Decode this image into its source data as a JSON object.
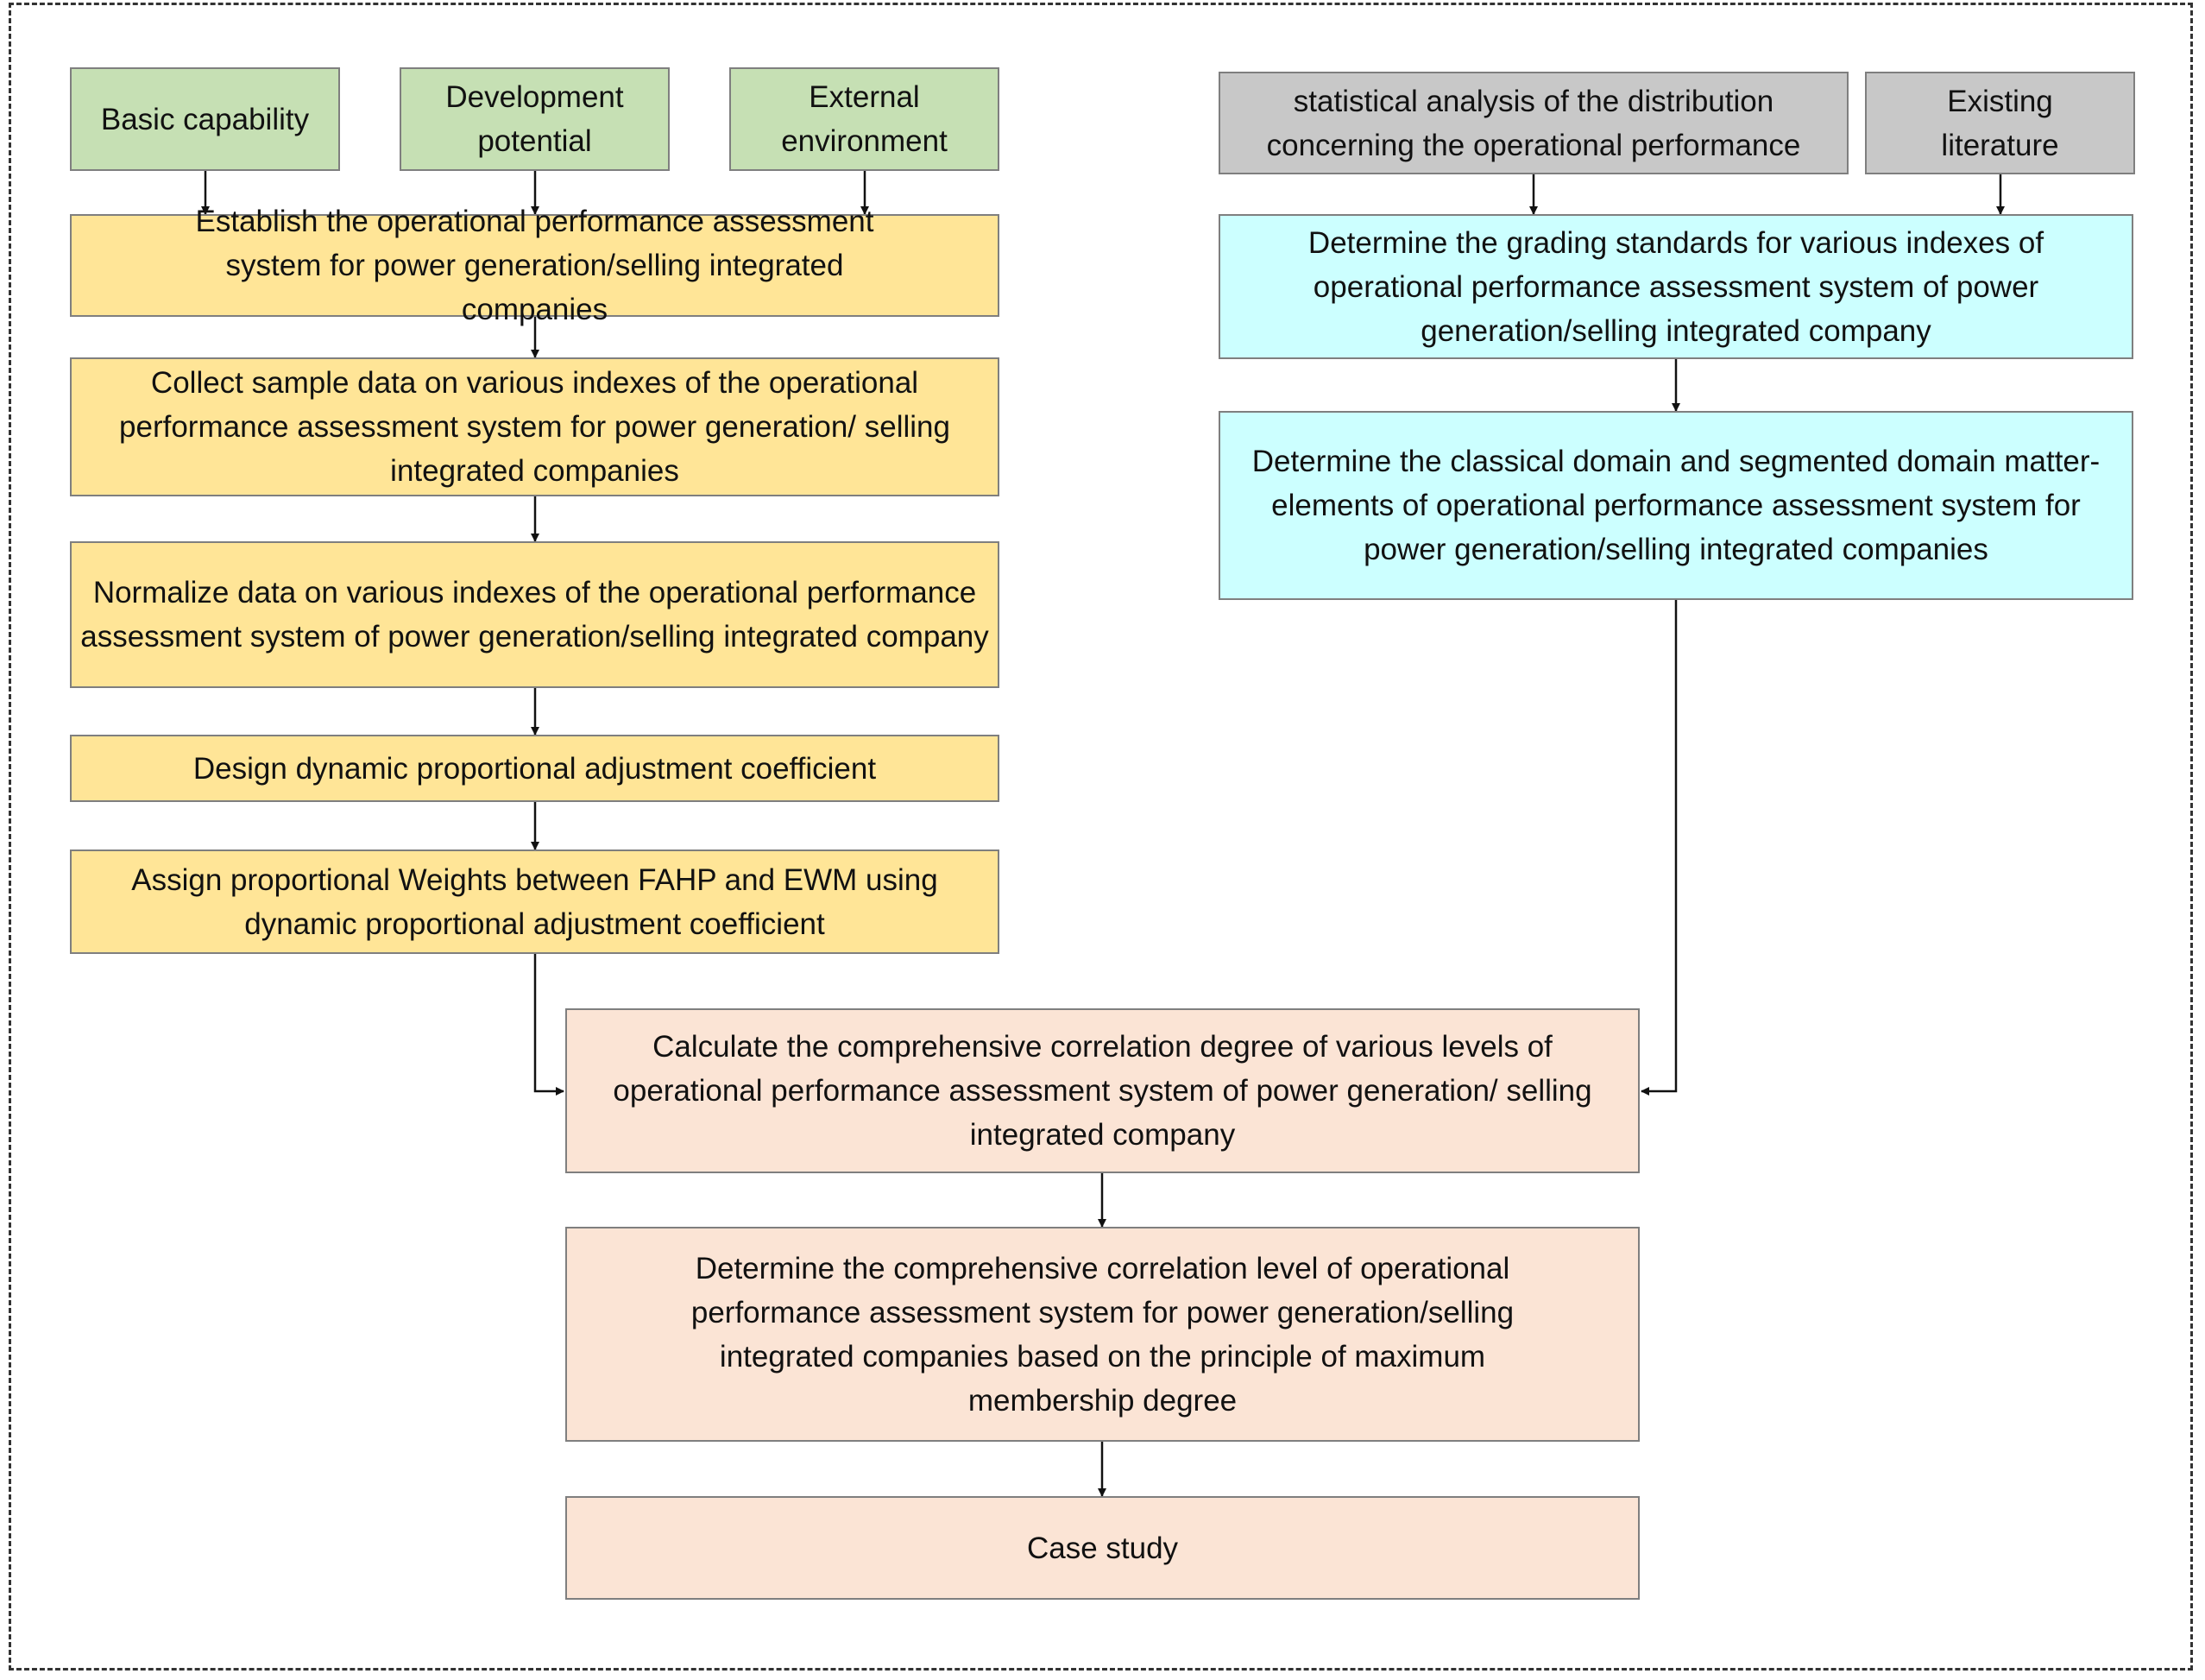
{
  "inputs": {
    "basic_capability": "Basic capability",
    "development_potential": "Development potential",
    "external_environment": "External environment",
    "statistical_analysis": "statistical analysis of the distribution concerning the operational performance",
    "existing_literature": "Existing literature"
  },
  "left_steps": {
    "establish": "Establish the operational performance assessment system for power generation/selling integrated companies",
    "collect": "Collect sample data on various indexes of the operational performance assessment system for power generation/ selling integrated companies",
    "normalize": "Normalize data on various indexes of the operational performance assessment system of power generation/selling integrated company",
    "design": "Design dynamic proportional adjustment coefficient",
    "assign": "Assign proportional Weights between FAHP and EWM using dynamic proportional adjustment coefficient"
  },
  "right_steps": {
    "grading": "Determine the grading standards for various indexes of operational performance assessment system of power generation/selling integrated company",
    "domain": "Determine the classical domain and segmented domain matter-elements of operational performance assessment system for power generation/selling integrated companies"
  },
  "bottom_steps": {
    "calculate": "Calculate the comprehensive correlation degree  of various levels of operational performance assessment system of power generation/ selling integrated company",
    "determine_level": "Determine the comprehensive correlation level of operational performance assessment system for power generation/selling integrated companies based on the principle of maximum membership degree",
    "case_study": "Case study"
  },
  "colors": {
    "input_green": "#c6e0b4",
    "input_gray": "#c8c8c8",
    "step_yellow": "#ffe597",
    "step_cyan": "#ccffff",
    "step_peach": "#fbe4d5",
    "border": "#7f7f7f"
  }
}
